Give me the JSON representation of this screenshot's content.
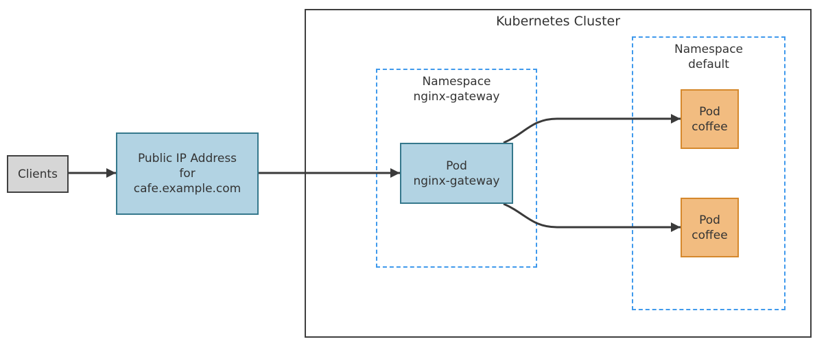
{
  "colors": {
    "text": "#333333",
    "arrow": "#3a3a3a",
    "cluster_border": "#3e3e3e",
    "namespace_border": "#3f99ec",
    "blue_fill": "#b2d3e3",
    "blue_border": "#35788c",
    "orange_fill": "#f2bc80",
    "orange_border": "#d5882c",
    "gray_fill": "#d6d6d6",
    "gray_border": "#404040"
  },
  "cluster": {
    "label": "Kubernetes Cluster"
  },
  "namespaces": {
    "nginx_gateway": {
      "lines": [
        "Namespace",
        "nginx-gateway"
      ]
    },
    "default": {
      "lines": [
        "Namespace",
        "default"
      ]
    }
  },
  "nodes": {
    "clients": {
      "label": "Clients"
    },
    "public_ip": {
      "lines": [
        "Public IP Address",
        "for",
        "cafe.example.com"
      ]
    },
    "pod_nginx_gateway": {
      "lines": [
        "Pod",
        "nginx-gateway"
      ]
    },
    "pod_coffee_top": {
      "lines": [
        "Pod",
        "coffee"
      ]
    },
    "pod_coffee_bottom": {
      "lines": [
        "Pod",
        "coffee"
      ]
    }
  },
  "edges": [
    {
      "from": "clients",
      "to": "public_ip"
    },
    {
      "from": "public_ip",
      "to": "pod_nginx_gateway"
    },
    {
      "from": "pod_nginx_gateway",
      "to": "pod_coffee_top"
    },
    {
      "from": "pod_nginx_gateway",
      "to": "pod_coffee_bottom"
    }
  ]
}
